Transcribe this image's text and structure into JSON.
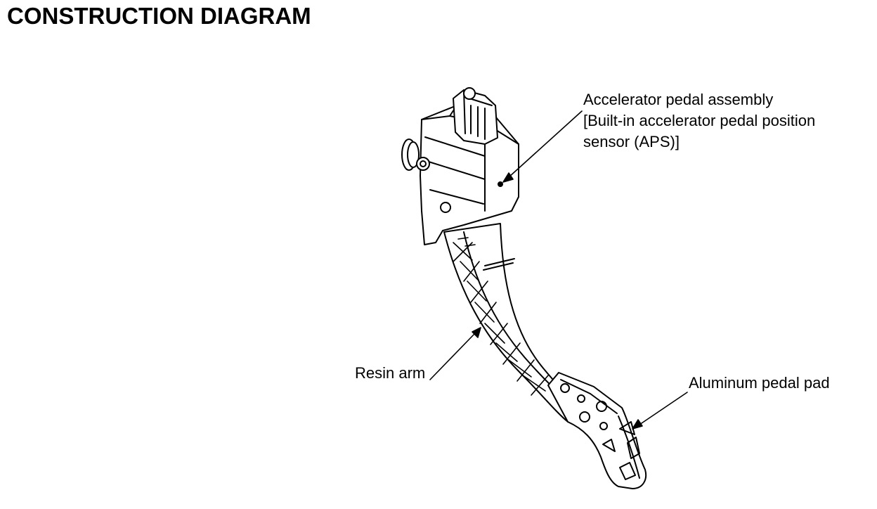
{
  "title": "CONSTRUCTION DIAGRAM",
  "labels": {
    "assembly_line1": "Accelerator pedal assembly",
    "assembly_line2": "[Built-in accelerator pedal position",
    "assembly_line3": "sensor (APS)]",
    "resin_arm": "Resin arm",
    "pedal_pad": "Aluminum pedal pad"
  },
  "colors": {
    "ink": "#000000",
    "paper": "#ffffff"
  }
}
